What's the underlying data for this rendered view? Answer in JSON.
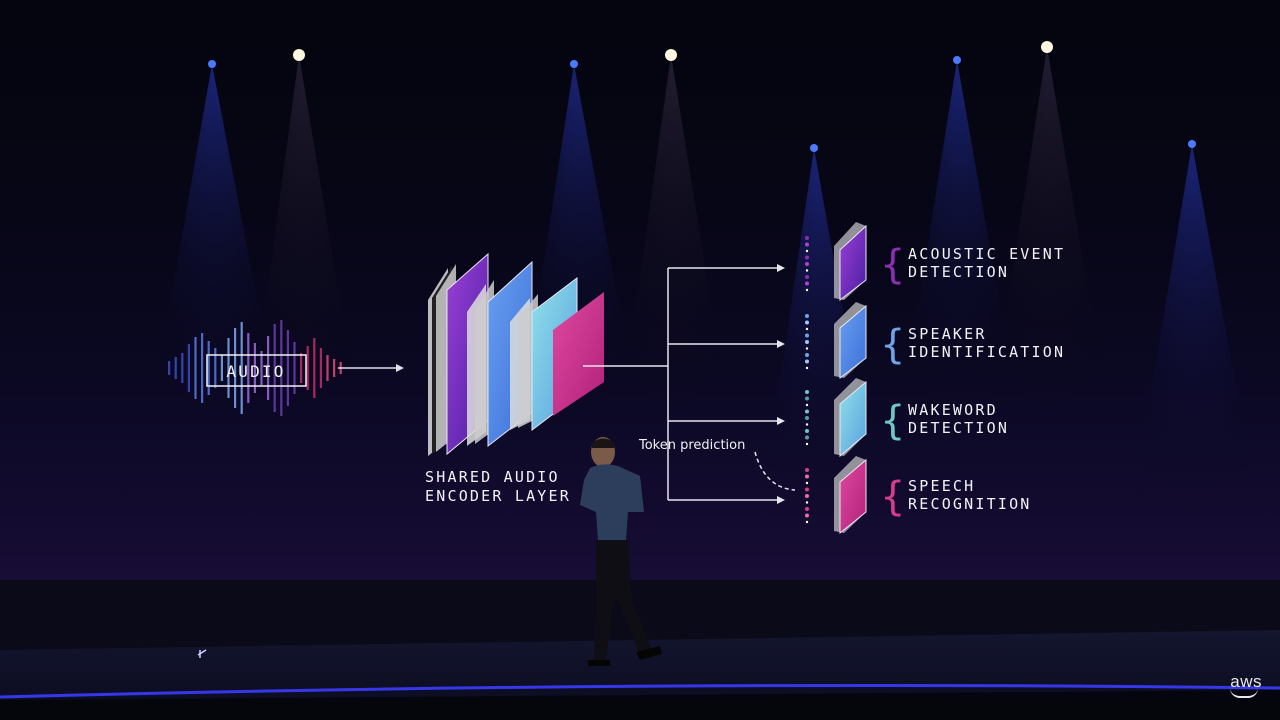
{
  "slide": {
    "audio_label": "AUDIO",
    "encoder_label_line1": "SHARED AUDIO",
    "encoder_label_line2": "ENCODER LAYER",
    "token_prediction": "Token prediction",
    "tasks": [
      {
        "line1": "ACOUSTIC EVENT",
        "line2": "DETECTION",
        "color": "#8c2fb0"
      },
      {
        "line1": "SPEAKER",
        "line2": "IDENTIFICATION",
        "color": "#6fa3e8"
      },
      {
        "line1": "WAKEWORD",
        "line2": "DETECTION",
        "color": "#6fc7c6"
      },
      {
        "line1": "SPEECH",
        "line2": "RECOGNITION",
        "color": "#d63c8c"
      }
    ]
  },
  "branding": {
    "logo_text": "aws"
  },
  "colors": {
    "purple": "#7a2fc0",
    "blue": "#4f8fe6",
    "cyan": "#66d0d8",
    "magenta": "#d02f90",
    "stage_floor": "#1a1f6a",
    "edge_light": "#3a3cff"
  }
}
